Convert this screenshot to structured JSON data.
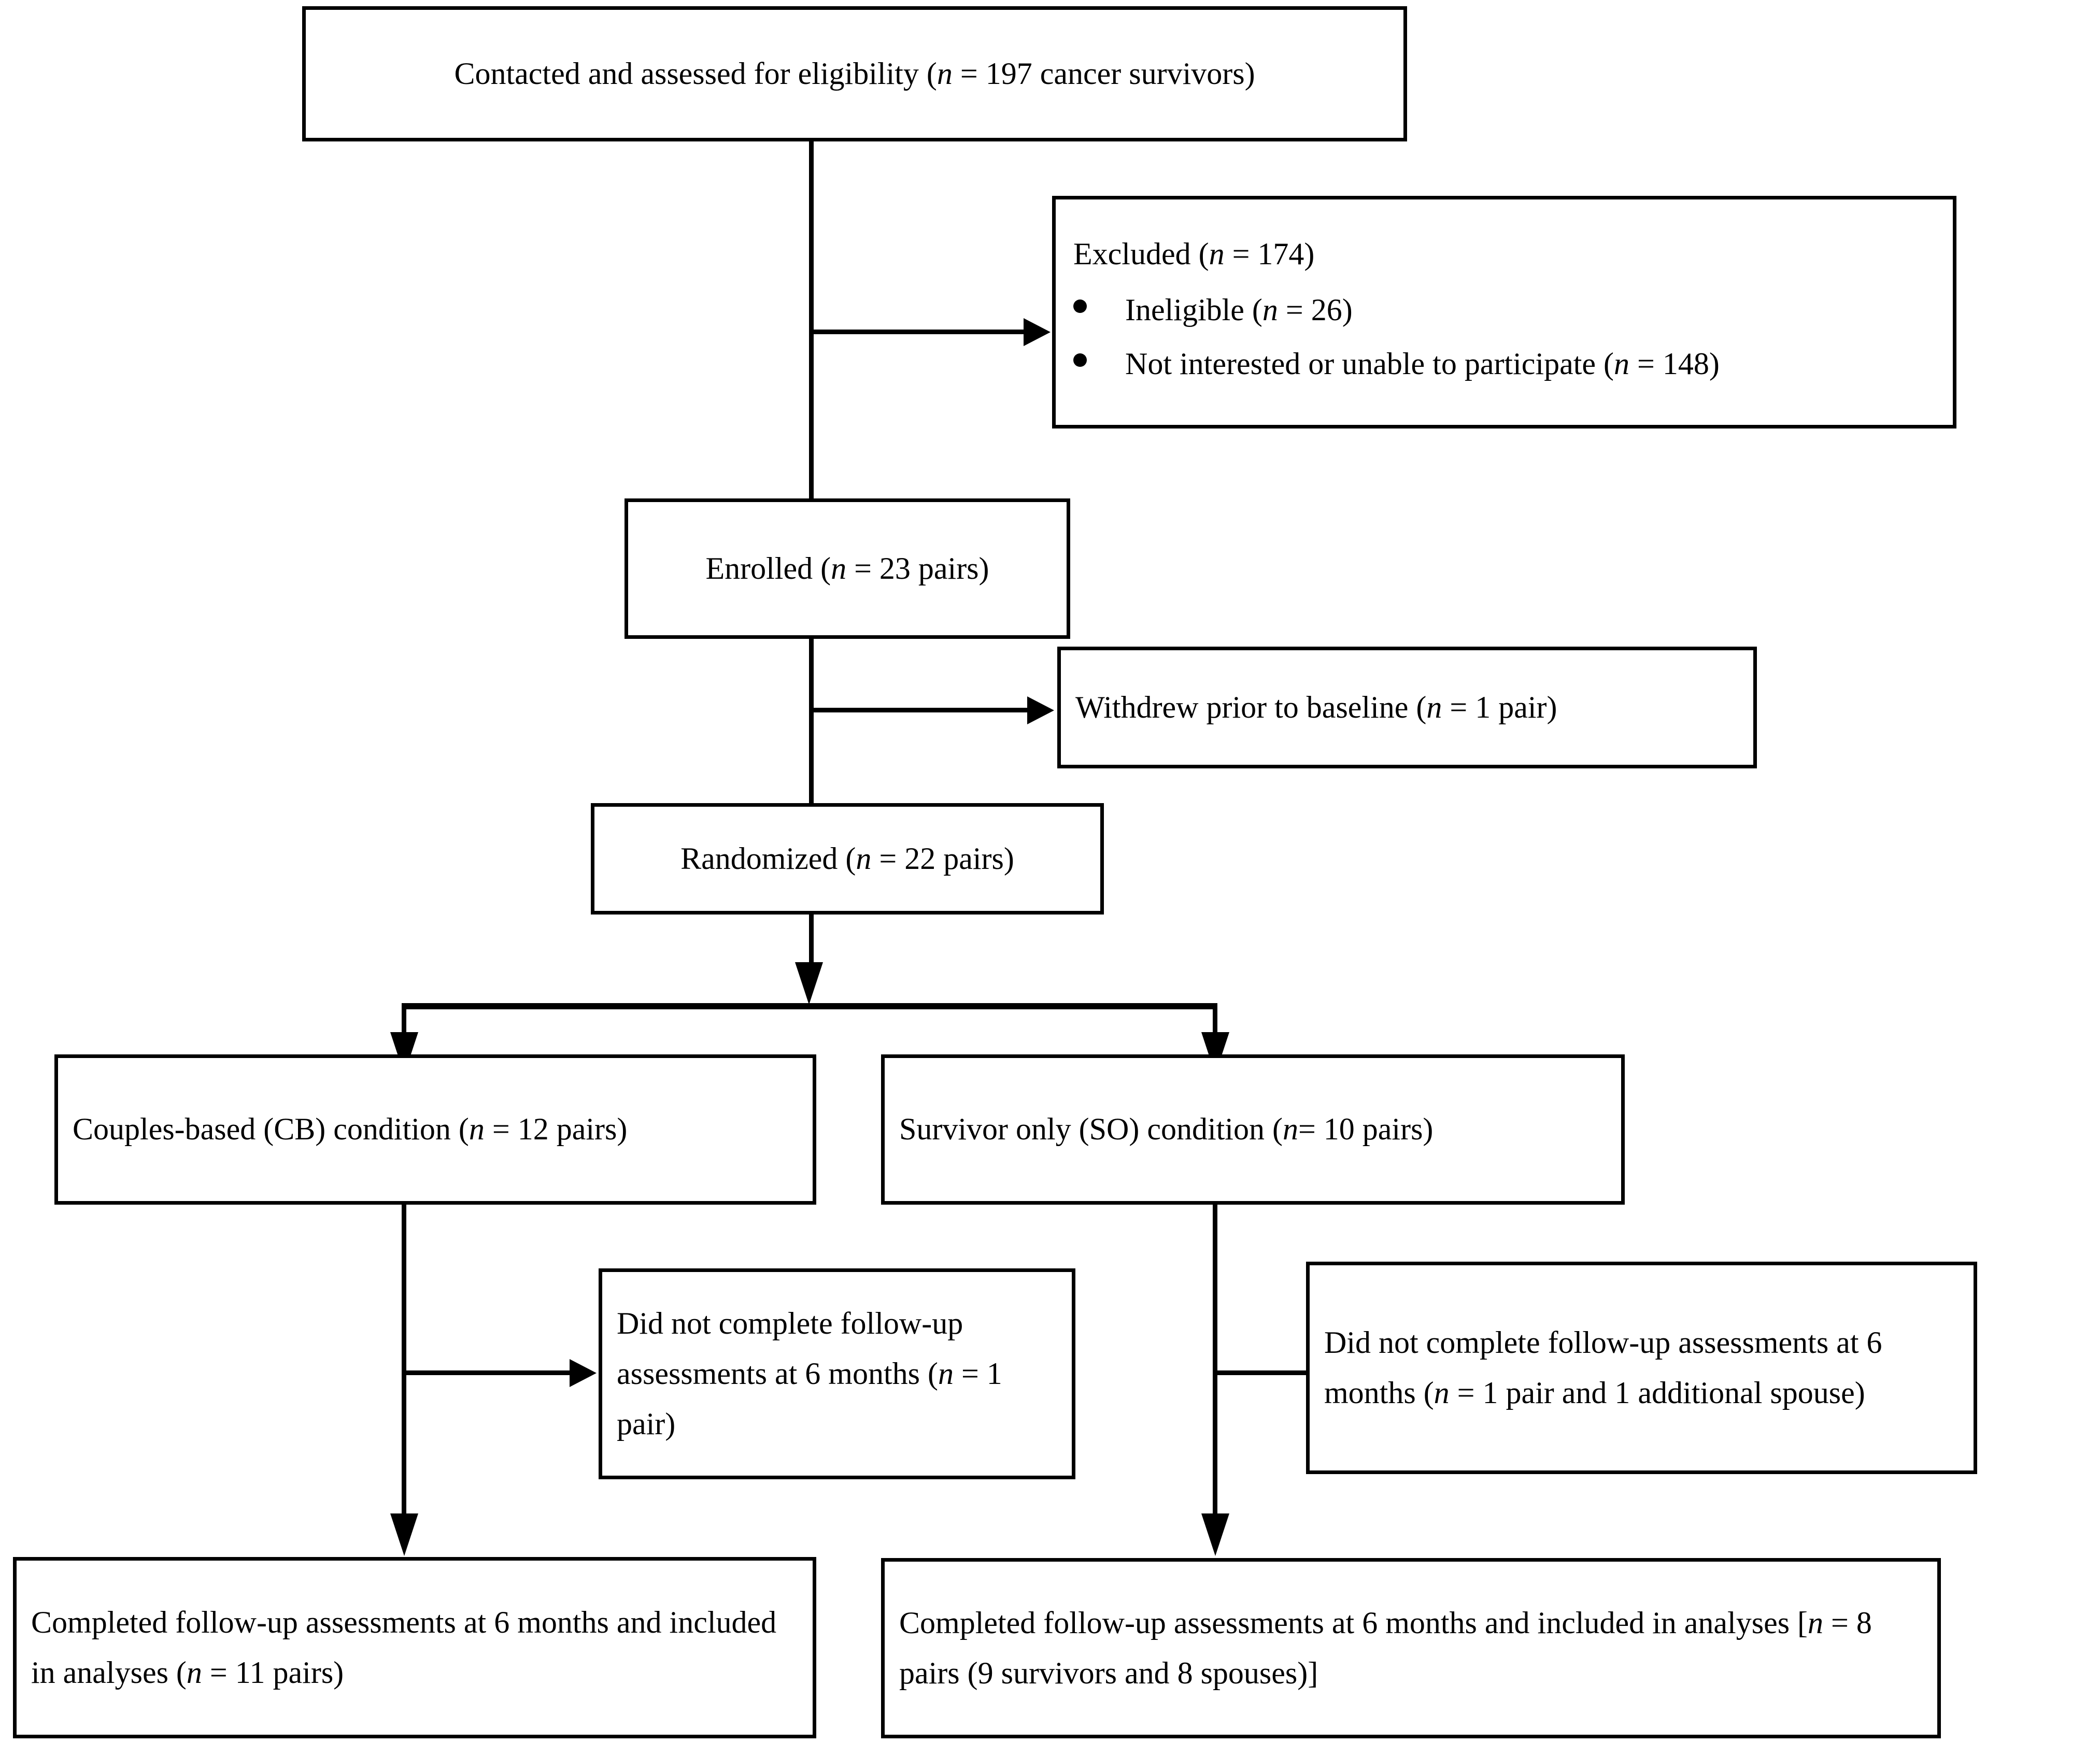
{
  "diagram": {
    "type": "consort-flow-diagram",
    "nodes": {
      "contacted": {
        "text_pre": "Contacted and assessed for eligibility (",
        "n_symbol": "n",
        "text_post": " = 197 cancer survivors)",
        "full_text": "Contacted and assessed for eligibility (n = 197 cancer survivors)"
      },
      "excluded": {
        "heading_pre": "Excluded (",
        "heading_n": "n",
        "heading_post": " = 174)",
        "heading_full": "Excluded (n = 174)",
        "bullets": [
          {
            "pre": "Ineligible (",
            "n": "n",
            "post": " = 26)",
            "full": "Ineligible (n = 26)"
          },
          {
            "pre": "Not interested or unable to participate (",
            "n": "n",
            "post": " = 148)",
            "full": "Not interested or unable to participate (n = 148)"
          }
        ]
      },
      "enrolled": {
        "text_pre": "Enrolled (",
        "n_symbol": "n",
        "text_post": " = 23 pairs)",
        "full_text": "Enrolled (n = 23 pairs)"
      },
      "withdrew": {
        "text_pre": "Withdrew prior to baseline (",
        "n_symbol": "n",
        "text_post": " = 1 pair)",
        "full_text": "Withdrew prior to baseline (n = 1 pair)"
      },
      "randomized": {
        "text_pre": "Randomized (",
        "n_symbol": "n",
        "text_post": " = 22 pairs)",
        "full_text": "Randomized (n = 22 pairs)"
      },
      "cb_condition": {
        "text_pre": "Couples-based (CB) condition (",
        "n_symbol": "n",
        "text_post": " = 12 pairs)",
        "full_text": "Couples-based (CB) condition (n = 12 pairs)"
      },
      "so_condition": {
        "text_pre": "Survivor only (SO) condition (",
        "n_symbol": "n",
        "text_post": "= 10 pairs)",
        "full_text": "Survivor only (SO) condition (n= 10 pairs)"
      },
      "cb_dropout": {
        "text_pre": "Did not complete follow-up assessments at 6 months (",
        "n_symbol": "n",
        "text_post": " = 1 pair)",
        "full_text": "Did not complete follow-up assessments at 6 months (n = 1 pair)"
      },
      "so_dropout": {
        "text_pre": "Did not complete follow-up assessments at 6 months (",
        "n_symbol": "n",
        "text_post": " = 1 pair and 1 additional spouse)",
        "full_text": "Did not complete follow-up assessments at 6 months (n = 1 pair and 1 additional spouse)"
      },
      "cb_completed": {
        "text_pre": "Completed follow-up assessments at 6 months and included in analyses (",
        "n_symbol": "n",
        "text_post": " = 11 pairs)",
        "full_text": "Completed follow-up assessments at 6 months and included in analyses (n = 11 pairs)"
      },
      "so_completed": {
        "text_pre": "Completed follow-up assessments at 6 months and included in analyses [",
        "n_symbol": "n",
        "text_post": " = 8 pairs (9 survivors and 8 spouses)]",
        "full_text": "Completed follow-up assessments at 6 months and included in analyses [n = 8 pairs (9 survivors and 8 spouses)]"
      }
    },
    "colors": {
      "stroke": "#000000",
      "fill": "#ffffff"
    }
  }
}
